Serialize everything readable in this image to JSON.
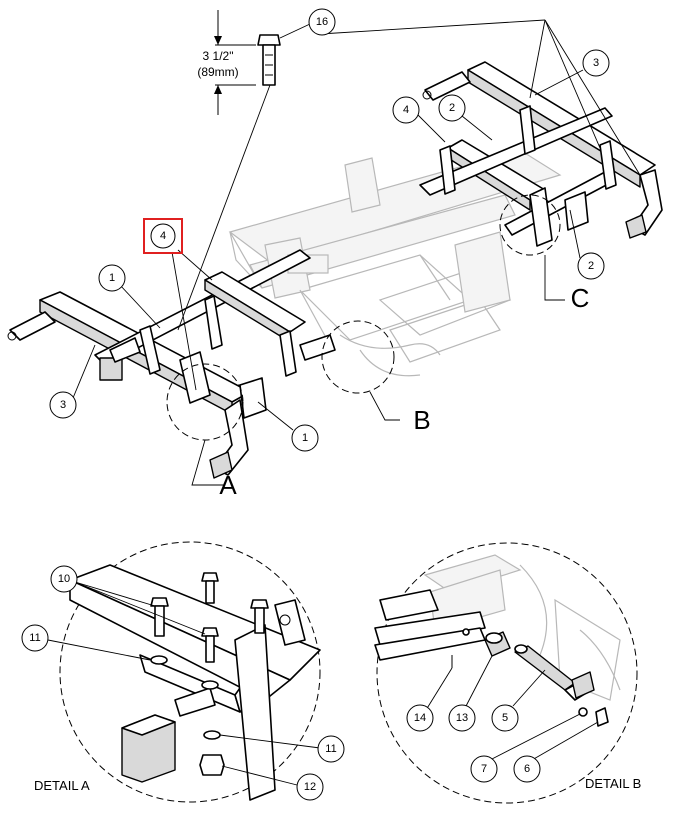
{
  "dimension": {
    "imperial": "3 1/2\"",
    "metric": "(89mm)"
  },
  "callouts": {
    "c16": "16",
    "c3_top": "3",
    "c4_top": "4",
    "c2_top": "2",
    "c4_highlight": "4",
    "c2_right": "2",
    "c1_left": "1",
    "c3_left": "3",
    "c1_mid": "1",
    "c10": "10",
    "c11_top": "11",
    "c11_bottom": "11",
    "c12": "12",
    "c14": "14",
    "c13": "13",
    "c5": "5",
    "c7": "7",
    "c6": "6"
  },
  "detail_letters": {
    "a": "A",
    "b": "B",
    "c": "C"
  },
  "detail_captions": {
    "detail_a": "DETAIL A",
    "detail_b": "DETAIL B"
  },
  "colors": {
    "highlight": "#e02020",
    "line": "#000000",
    "ghost": "#b8b8b8"
  }
}
